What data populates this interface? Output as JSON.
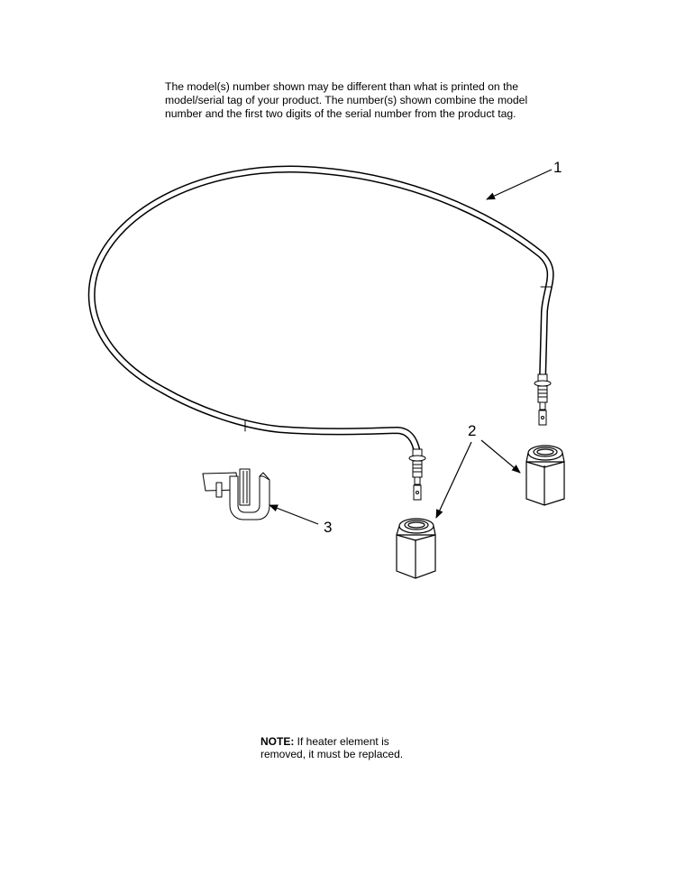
{
  "disclaimer": {
    "lines": [
      "The model(s) number shown may be different than what is printed on the",
      "model/serial tag of your product. The number(s) shown combine the model",
      "number and the first two digits of the serial number from the product tag."
    ]
  },
  "callouts": {
    "heater_element": "1",
    "nuts": "2",
    "clip": "3"
  },
  "note": {
    "label": "NOTE:",
    "line1_rest": " If heater element is",
    "line2": "removed, it must be replaced."
  }
}
